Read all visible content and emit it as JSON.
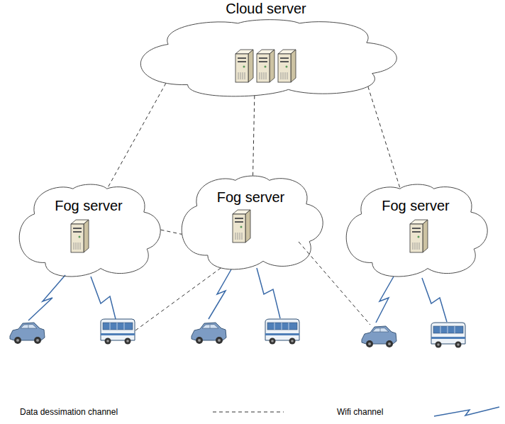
{
  "diagram": {
    "nodes": [
      {
        "text": [
          "Cloud server"
        ]
      },
      {
        "text": [
          "Fog server"
        ]
      },
      {
        "text": [
          "Fog server"
        ]
      },
      {
        "text": [
          "Fog server"
        ]
      }
    ],
    "edges": [
      {
        "from": 0,
        "to": 1,
        "arrow": "none"
      },
      {
        "from": 0,
        "to": 2,
        "arrow": "none"
      },
      {
        "from": 0,
        "to": 3,
        "arrow": "none"
      },
      {
        "from": 1,
        "to": 2,
        "arrow": "none"
      }
    ],
    "legend": [
      {
        "text": "Data dessimation channel"
      },
      {
        "text": "Wifi channel"
      }
    ]
  }
}
